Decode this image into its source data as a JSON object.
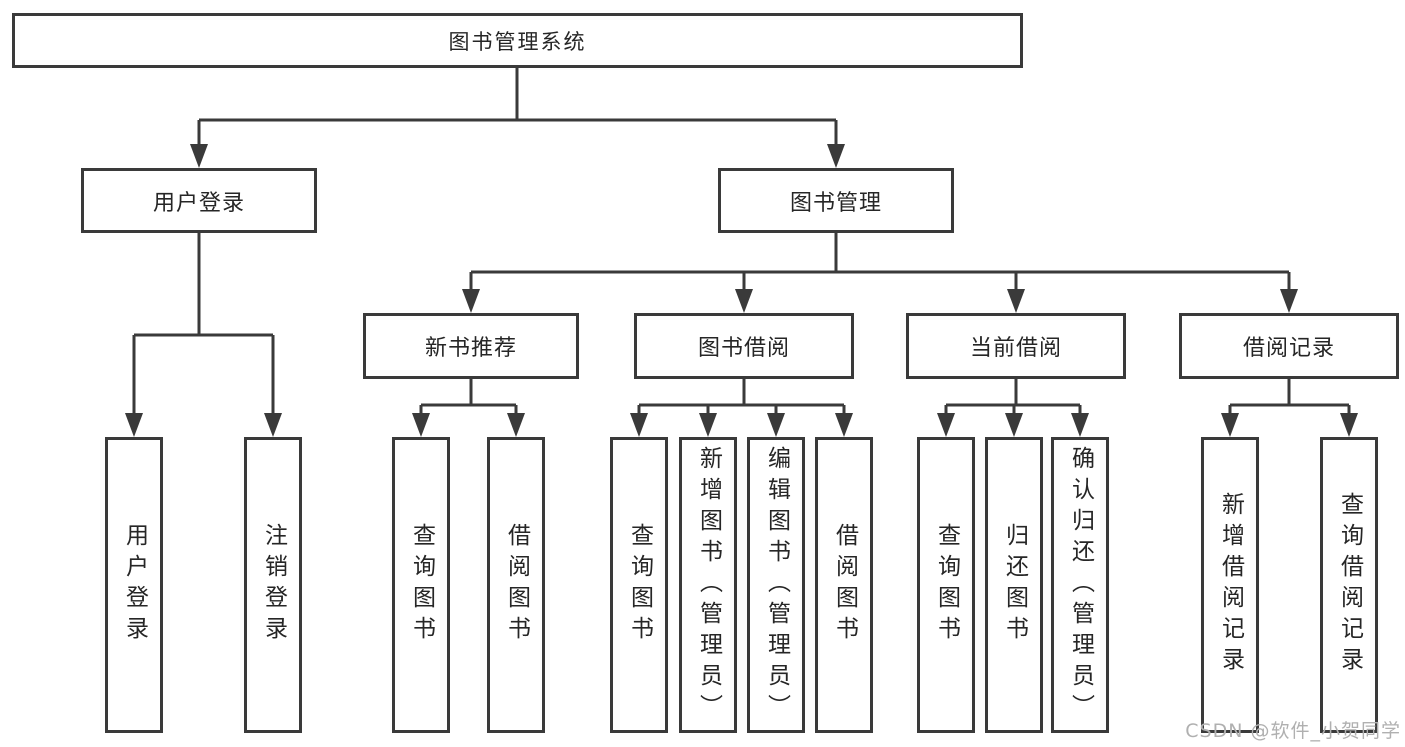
{
  "diagram": {
    "type": "hierarchy-flowchart",
    "colors": {
      "line": "#3a3a3a",
      "text": "#262626",
      "box_background": "#ffffff",
      "watermark": "#b0b0b0"
    },
    "tree": {
      "root": {
        "label": "图书管理系统",
        "children": [
          {
            "label": "用户登录",
            "children": [
              {
                "label": "用户登录"
              },
              {
                "label": "注销登录"
              }
            ]
          },
          {
            "label": "图书管理",
            "children": [
              {
                "label": "新书推荐",
                "children": [
                  {
                    "label": "查询图书"
                  },
                  {
                    "label": "借阅图书"
                  }
                ]
              },
              {
                "label": "图书借阅",
                "children": [
                  {
                    "label": "查询图书"
                  },
                  {
                    "label": "新增图书（管理员）"
                  },
                  {
                    "label": "编辑图书（管理员）"
                  },
                  {
                    "label": "借阅图书"
                  }
                ]
              },
              {
                "label": "当前借阅",
                "children": [
                  {
                    "label": "查询图书"
                  },
                  {
                    "label": "归还图书"
                  },
                  {
                    "label": "确认归还（管理员）"
                  }
                ]
              },
              {
                "label": "借阅记录",
                "children": [
                  {
                    "label": "新增借阅记录"
                  },
                  {
                    "label": "查询借阅记录"
                  }
                ]
              }
            ]
          }
        ]
      }
    }
  },
  "watermark": {
    "text": "CSDN @软件_小贺同学"
  }
}
